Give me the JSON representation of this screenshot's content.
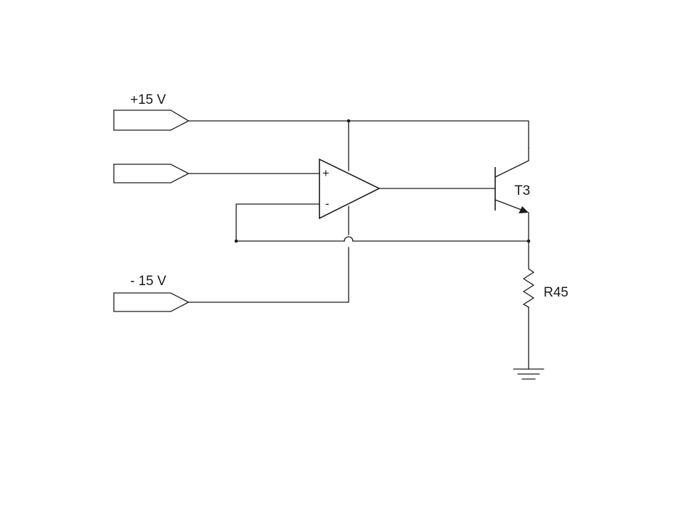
{
  "labels": {
    "pos_supply": "+15 V",
    "neg_supply": "- 15 V",
    "transistor": "T3",
    "resistor": "R45"
  },
  "opamp": {
    "plus": "+",
    "minus": "-"
  },
  "colors": {
    "line": "#1a1a1a",
    "background": "#ffffff"
  }
}
